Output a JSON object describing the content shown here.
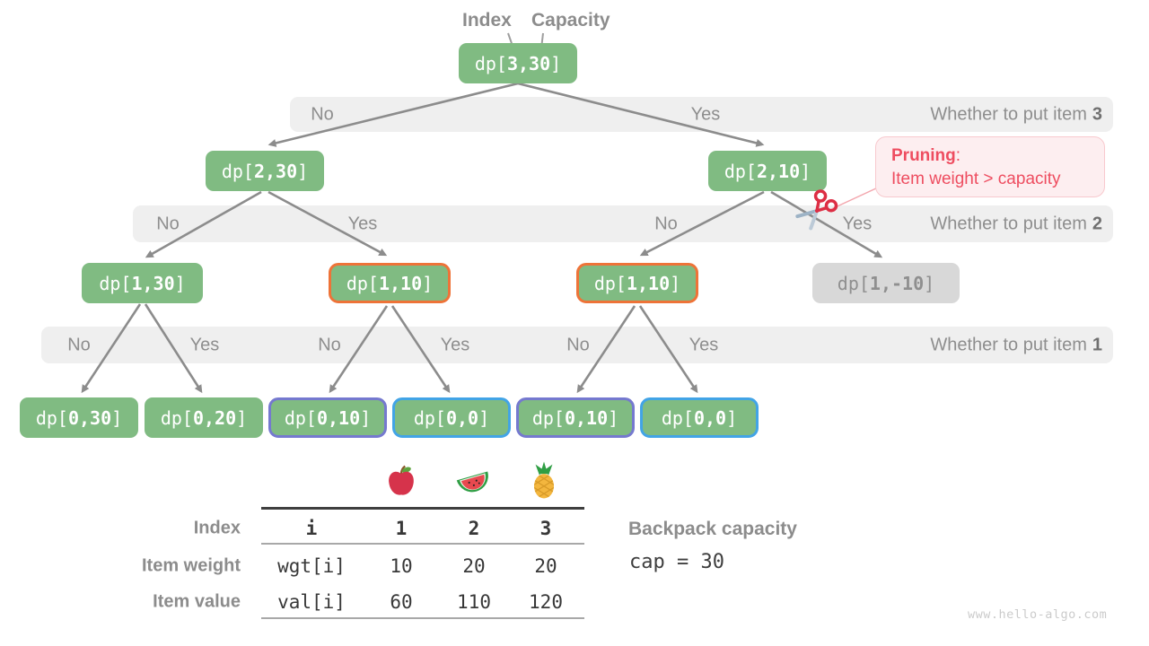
{
  "header": {
    "index": "Index",
    "capacity": "Capacity"
  },
  "tree": {
    "nodes": [
      {
        "pre": "dp[",
        "num": "3,30",
        "post": "]"
      },
      {
        "pre": "dp[",
        "num": "2,30",
        "post": "]"
      },
      {
        "pre": "dp[",
        "num": "2,10",
        "post": "]"
      },
      {
        "pre": "dp[",
        "num": "1,30",
        "post": "]"
      },
      {
        "pre": "dp[",
        "num": "1,10",
        "post": "]"
      },
      {
        "pre": "dp[",
        "num": "1,10",
        "post": "]"
      },
      {
        "pre": "dp[",
        "num": "1,-10",
        "post": "]"
      },
      {
        "pre": "dp[",
        "num": "0,30",
        "post": "]"
      },
      {
        "pre": "dp[",
        "num": "0,20",
        "post": "]"
      },
      {
        "pre": "dp[",
        "num": "0,10",
        "post": "]"
      },
      {
        "pre": "dp[",
        "num": "0,0",
        "post": "]"
      },
      {
        "pre": "dp[",
        "num": "0,10",
        "post": "]"
      },
      {
        "pre": "dp[",
        "num": "0,0",
        "post": "]"
      }
    ]
  },
  "bands": [
    {
      "labels": [
        "No",
        "Yes"
      ],
      "question_prefix": "Whether to put item",
      "question_num": "3"
    },
    {
      "labels": [
        "No",
        "Yes",
        "No",
        "Yes"
      ],
      "question_prefix": "Whether to put item",
      "question_num": "2"
    },
    {
      "labels": [
        "No",
        "Yes",
        "No",
        "Yes",
        "No",
        "Yes"
      ],
      "question_prefix": "Whether to put item",
      "question_num": "1"
    }
  ],
  "pruning": {
    "title": "Pruning",
    "colon": ":",
    "detail": "Item weight > capacity"
  },
  "table": {
    "row_headers": [
      "Index",
      "Item weight",
      "Item value"
    ],
    "icons": [
      "apple-icon",
      "watermelon-icon",
      "pineapple-icon"
    ],
    "index_row": [
      "i",
      "1",
      "2",
      "3"
    ],
    "weight_row": [
      "wgt[i]",
      "10",
      "20",
      "20"
    ],
    "value_row": [
      "val[i]",
      "60",
      "110",
      "120"
    ]
  },
  "capacity_info": {
    "label": "Backpack capacity",
    "value": "cap = 30"
  },
  "watermark": "www.hello-algo.com",
  "colors": {
    "node_green": "#80bb82",
    "node_gray": "#d8d8d8",
    "border_orange": "#ee7338",
    "border_blue": "#42a4e6",
    "border_purple": "#7579cf",
    "pruning_red": "#ee4d60",
    "arrow_gray": "#8c8c8c"
  }
}
